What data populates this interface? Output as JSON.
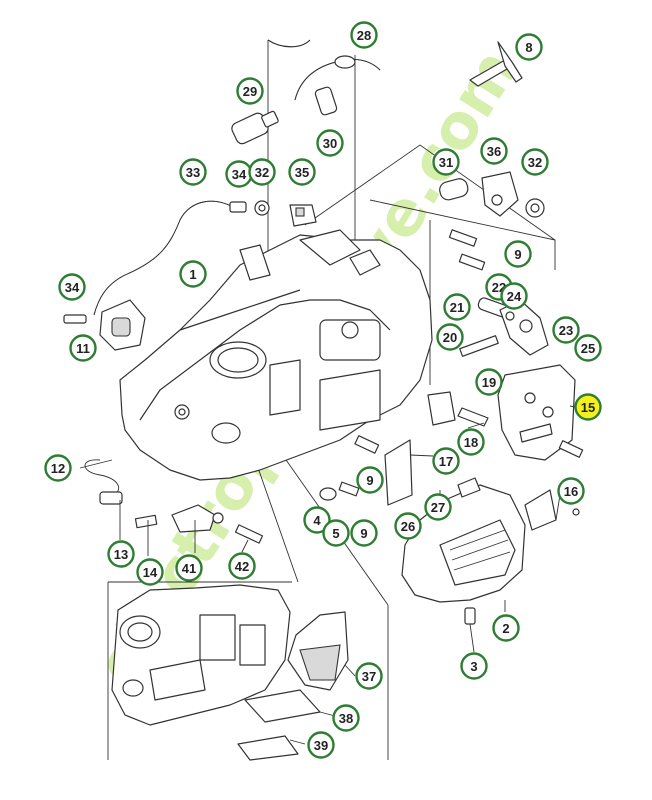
{
  "diagram": {
    "highlight_color": "#f3f01e",
    "callout_border_color": "#2e7d32",
    "watermark": {
      "text": "electroportative.com",
      "colors": [
        "#b6e36a",
        "#f2a24b",
        "#b9ad9e"
      ]
    },
    "callouts": [
      {
        "id": "c8",
        "label": "8"
      },
      {
        "id": "c29",
        "label": "29"
      },
      {
        "id": "c30",
        "label": "30"
      },
      {
        "id": "c33",
        "label": "33"
      },
      {
        "id": "c34a",
        "label": "34"
      },
      {
        "id": "c32a",
        "label": "32"
      },
      {
        "id": "c35",
        "label": "35"
      },
      {
        "id": "c31",
        "label": "31"
      },
      {
        "id": "c36",
        "label": "36"
      },
      {
        "id": "c32b",
        "label": "32"
      },
      {
        "id": "c1",
        "label": "1"
      },
      {
        "id": "c9a",
        "label": "9"
      },
      {
        "id": "c34b",
        "label": "34"
      },
      {
        "id": "c22",
        "label": "22"
      },
      {
        "id": "c24",
        "label": "24"
      },
      {
        "id": "c21",
        "label": "21"
      },
      {
        "id": "c23",
        "label": "23"
      },
      {
        "id": "c25",
        "label": "25"
      },
      {
        "id": "c11",
        "label": "11"
      },
      {
        "id": "c20",
        "label": "20"
      },
      {
        "id": "c19",
        "label": "19"
      },
      {
        "id": "c15",
        "label": "15",
        "highlighted": true
      },
      {
        "id": "c18",
        "label": "18"
      },
      {
        "id": "c12",
        "label": "12"
      },
      {
        "id": "c17",
        "label": "17"
      },
      {
        "id": "c9b",
        "label": "9"
      },
      {
        "id": "c16",
        "label": "16"
      },
      {
        "id": "c27",
        "label": "27"
      },
      {
        "id": "c4",
        "label": "4"
      },
      {
        "id": "c26",
        "label": "26"
      },
      {
        "id": "c5",
        "label": "5"
      },
      {
        "id": "c9c",
        "label": "9"
      },
      {
        "id": "c13",
        "label": "13"
      },
      {
        "id": "c14",
        "label": "14"
      },
      {
        "id": "c41",
        "label": "41"
      },
      {
        "id": "c42",
        "label": "42"
      },
      {
        "id": "c2",
        "label": "2"
      },
      {
        "id": "c3",
        "label": "3"
      },
      {
        "id": "c37",
        "label": "37"
      },
      {
        "id": "c38",
        "label": "38"
      },
      {
        "id": "c39",
        "label": "39"
      },
      {
        "id": "c28",
        "label": "28"
      }
    ]
  }
}
